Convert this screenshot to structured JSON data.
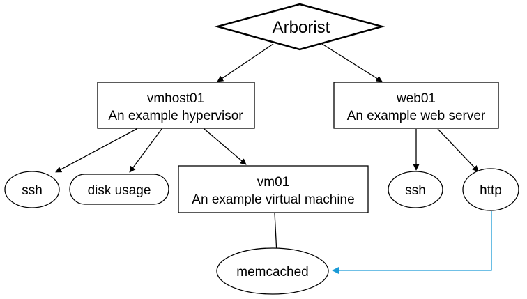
{
  "diagram": {
    "root": {
      "label": "Arborist"
    },
    "vmhost01": {
      "name": "vmhost01",
      "description": "An example hypervisor"
    },
    "web01": {
      "name": "web01",
      "description": "An example web server"
    },
    "vm01": {
      "name": "vm01",
      "description": "An example virtual machine"
    },
    "services": {
      "vmhost_ssh": "ssh",
      "vmhost_disk": "disk usage",
      "web_ssh": "ssh",
      "web_http": "http",
      "vm_memcached": "memcached"
    },
    "colors": {
      "stroke": "#000000",
      "fill": "#ffffff",
      "dependency_link": "#1a9ad6"
    }
  }
}
